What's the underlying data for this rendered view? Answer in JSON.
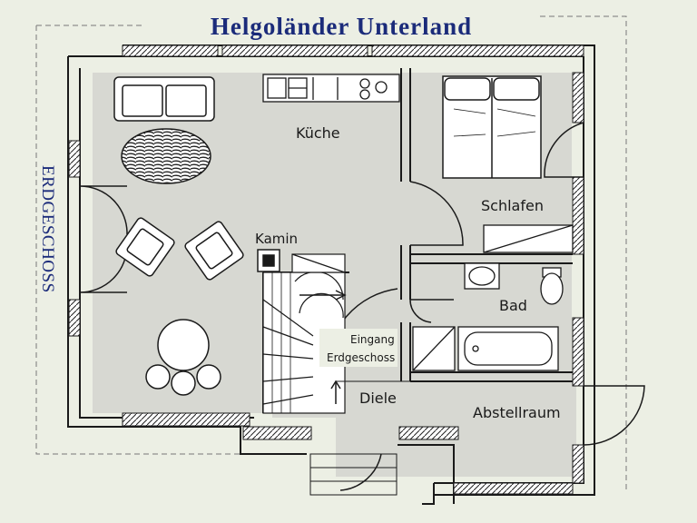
{
  "title": "Helgoländer Unterland",
  "floor_label": "ERDGESCHOSS",
  "rooms": {
    "kueche": "Küche",
    "schlafen": "Schlafen",
    "bad": "Bad",
    "kamin": "Kamin",
    "diele": "Diele",
    "abstellraum": "Abstellraum",
    "eingang_line1": "Eingang",
    "eingang_line2": "Erdgeschoss"
  },
  "colors": {
    "floor_fill": "#d7d8d2",
    "wall": "#1a1a1a",
    "title": "#1b2b7a",
    "background": "#ecefe4"
  }
}
